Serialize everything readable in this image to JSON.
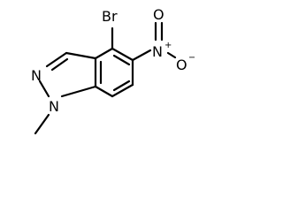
{
  "structure": {
    "atoms": {
      "bromine": "Br",
      "nitro_nitrogen": "N",
      "nitro_plus": "+",
      "nitro_oxygen_double": "O",
      "nitro_oxygen_single": "O",
      "nitro_minus": "−",
      "ring_nitrogen_n2": "N",
      "ring_nitrogen_n1": "N"
    }
  }
}
